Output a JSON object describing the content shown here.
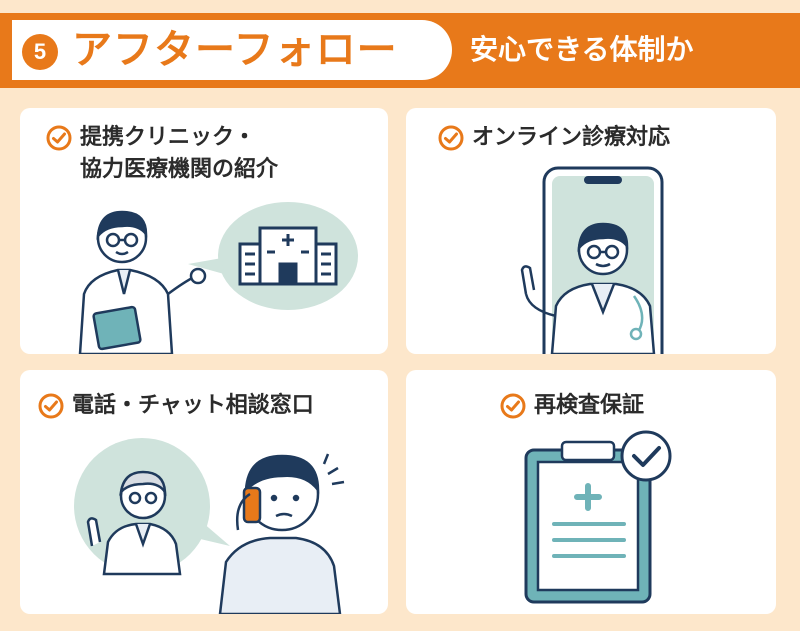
{
  "header": {
    "step_number": "5",
    "title": "アフターフォロー",
    "subtitle": "安心できる体制か"
  },
  "cards": [
    {
      "title_line1": "提携クリニック・",
      "title_line2": "協力医療機関の紹介",
      "icon": "check-circle-icon"
    },
    {
      "title_line1": "オンライン診療対応",
      "icon": "check-circle-icon"
    },
    {
      "title_line1": "電話・チャット相談窓口",
      "icon": "check-circle-icon"
    },
    {
      "title_line1": "再検査保証",
      "icon": "check-circle-icon"
    }
  ],
  "colors": {
    "accent": "#e8791a",
    "background": "#fde7cb",
    "navy": "#1f3a5c",
    "mint": "#cfe3dc",
    "teal": "#6fb3b8"
  }
}
